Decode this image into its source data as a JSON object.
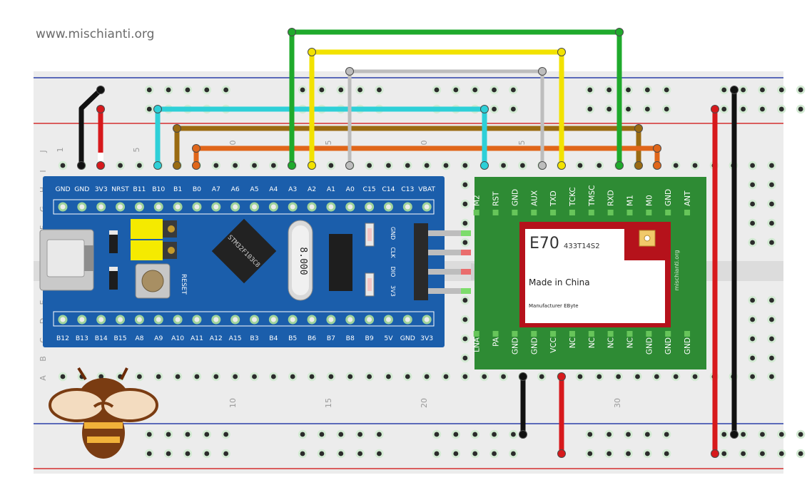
{
  "watermark": "www.mischianti.org",
  "breadboard": {
    "column_numbers": [
      "1",
      "5",
      "0",
      "5",
      "0",
      "5",
      "10",
      "15",
      "20",
      "30"
    ],
    "row_letters": [
      "J",
      "I",
      "H",
      "G",
      "F",
      "E",
      "D",
      "C",
      "B",
      "A"
    ]
  },
  "stm32": {
    "top_pins": [
      "GND",
      "GND",
      "3V3",
      "NRST",
      "B11",
      "B10",
      "B1",
      "B0",
      "A7",
      "A6",
      "A5",
      "A4",
      "A3",
      "A2",
      "A1",
      "A0",
      "C15",
      "C14",
      "C13",
      "VBAT"
    ],
    "bottom_pins": [
      "B12",
      "B13",
      "B14",
      "B15",
      "A8",
      "A9",
      "A10",
      "A11",
      "A12",
      "A15",
      "B3",
      "B4",
      "B5",
      "B6",
      "B7",
      "B8",
      "B9",
      "5V",
      "GND",
      "3V3"
    ],
    "chip_label": "STM32F103C8",
    "crystal_label": "8.000",
    "reset_label": "RESET",
    "swd_pins": [
      "GND",
      "CLK",
      "DIO",
      "3V3"
    ]
  },
  "e70": {
    "top_pins": [
      "M2",
      "RST",
      "GND",
      "AUX",
      "TXD",
      "TCKC",
      "TMSC",
      "RXD",
      "M1",
      "M0",
      "GND",
      "ANT"
    ],
    "bottom_pins": [
      "LNA",
      "PA",
      "GND",
      "GND",
      "VCC",
      "NC",
      "NC",
      "NC",
      "NC",
      "GND",
      "GND",
      "GND"
    ],
    "model": "E70",
    "model_suffix": "433T14S2",
    "made_in": "Made in China",
    "manufacturer": "Manufacturer EByte",
    "side_text": "mischianti.org"
  },
  "colors": {
    "board_blue": "#1b5eab",
    "module_green": "#2e8b34",
    "module_red": "#b5121b",
    "wire_green": "#1faa2c",
    "wire_yellow": "#f2e200",
    "wire_gray": "#bdbdbd",
    "wire_cyan": "#2ed0d8",
    "wire_brown": "#9a6b12",
    "wire_orange": "#e0661a",
    "wire_red": "#d7191c",
    "wire_black": "#111111"
  }
}
